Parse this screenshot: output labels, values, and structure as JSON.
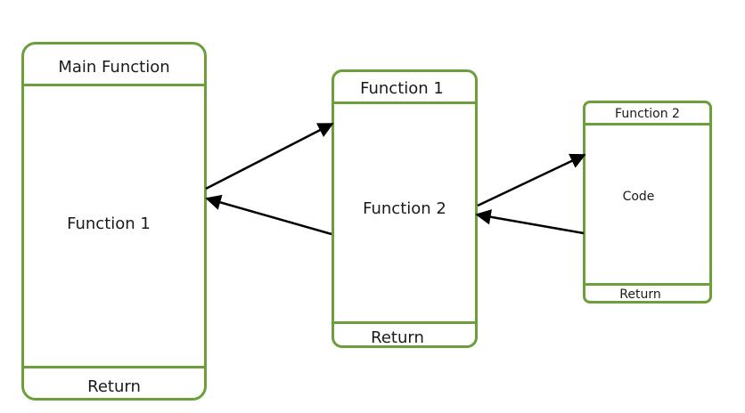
{
  "colors": {
    "box_border": "#6a9f3a",
    "arrow": "#000000",
    "text": "#1a1a1a"
  },
  "main_box": {
    "header": "Main Function",
    "body": "Function 1",
    "footer": "Return"
  },
  "function1_box": {
    "header": "Function 1",
    "body": "Function 2",
    "footer": "Return"
  },
  "function2_box": {
    "header": "Function 2",
    "body": "Code",
    "footer": "Return"
  }
}
